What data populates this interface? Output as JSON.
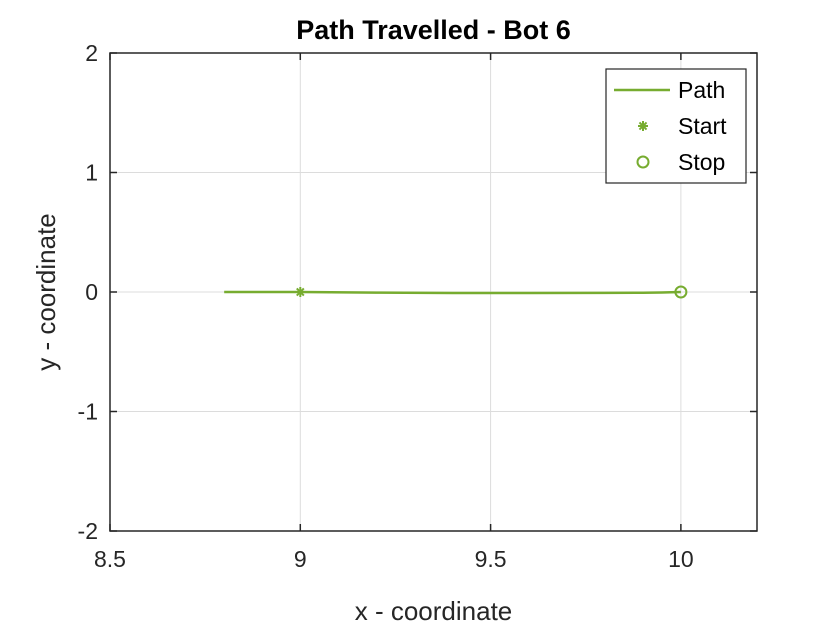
{
  "chart_data": {
    "type": "line",
    "title": "Path Travelled - Bot 6",
    "xlabel": "x - coordinate",
    "ylabel": "y - coordinate",
    "xlim": [
      8.5,
      10.2
    ],
    "ylim": [
      -2,
      2
    ],
    "xticks": [
      8.5,
      9,
      9.5,
      10
    ],
    "xtick_labels": [
      "8.5",
      "9",
      "9.5",
      "10"
    ],
    "yticks": [
      -2,
      -1,
      0,
      1,
      2
    ],
    "ytick_labels": [
      "-2",
      "-1",
      "0",
      "1",
      "2"
    ],
    "grid": true,
    "legend_position": "top-right",
    "color": "#77ac30",
    "series": [
      {
        "name": "Path",
        "x": [
          8.8,
          8.9,
          9.0,
          9.2,
          9.4,
          9.6,
          9.8,
          9.9,
          9.95,
          10.0
        ],
        "y": [
          0.0,
          0.0,
          0.0,
          -0.005,
          -0.008,
          -0.008,
          -0.007,
          -0.006,
          -0.004,
          0.0
        ]
      }
    ],
    "markers": [
      {
        "name": "Start",
        "x": 9.0,
        "y": 0.0,
        "symbol": "asterisk"
      },
      {
        "name": "Stop",
        "x": 10.0,
        "y": 0.0,
        "symbol": "circle"
      }
    ]
  }
}
